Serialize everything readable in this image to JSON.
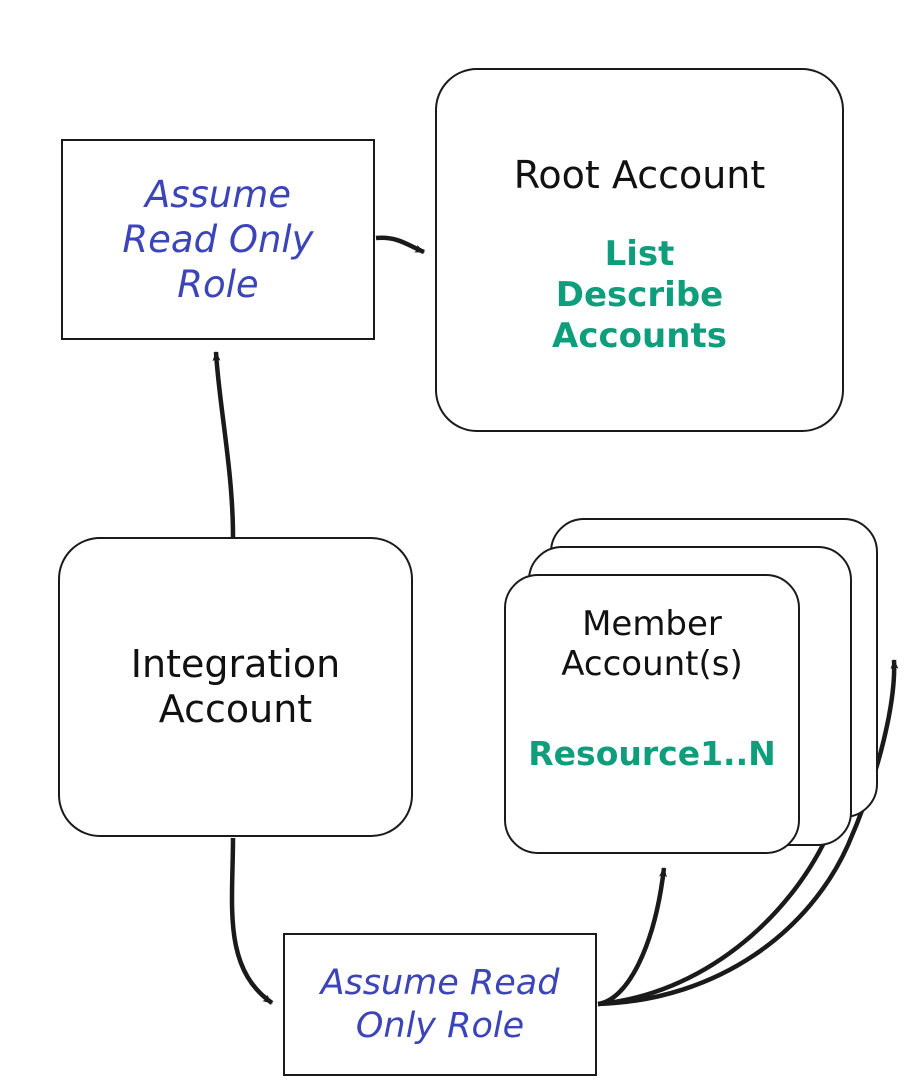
{
  "diagram": {
    "title": "AWS multi-account read-only role assumption diagram",
    "background_color": "#ffffff",
    "stroke_color": "#1a1a1a",
    "colors": {
      "assume_role_text": "#3b44b8",
      "action_text": "#0f9e7c",
      "plain_text": "#111111",
      "edge": "#1a1a1a"
    },
    "nodes": {
      "assume_ro_top": {
        "label": "Assume\nRead Only\nRole",
        "shape": "rectangle",
        "text_style": "italic-blue"
      },
      "root_account": {
        "label": "Root Account",
        "action": "List\nDescribe\nAccounts",
        "shape": "rounded-rectangle",
        "text_style": "plain-black"
      },
      "integration_account": {
        "label": "Integration\nAccount",
        "shape": "rounded-rectangle",
        "text_style": "plain-black"
      },
      "member_accounts": {
        "label": "Member\nAccount(s)",
        "action": "Resource1..N",
        "shape": "stacked-rounded-rectangles",
        "stack_count": 3,
        "text_style": "plain-black"
      },
      "assume_ro_bottom": {
        "label": "Assume Read\nOnly Role",
        "shape": "rectangle",
        "text_style": "italic-blue"
      }
    },
    "edges": [
      {
        "name": "integration-to-assume-ro-top",
        "from": "integration_account",
        "to": "assume_ro_top",
        "arrow": "single"
      },
      {
        "name": "assume-ro-top-to-root-account",
        "from": "assume_ro_top",
        "to": "root_account",
        "arrow": "single"
      },
      {
        "name": "integration-to-assume-ro-bottom",
        "from": "integration_account",
        "to": "assume_ro_bottom",
        "arrow": "single"
      },
      {
        "name": "assume-ro-bottom-to-member-front",
        "from": "assume_ro_bottom",
        "to": "member_accounts",
        "arrow": "single"
      },
      {
        "name": "assume-ro-bottom-to-member-mid",
        "from": "assume_ro_bottom",
        "to": "member_accounts",
        "arrow": "single"
      },
      {
        "name": "assume-ro-bottom-to-member-back",
        "from": "assume_ro_bottom",
        "to": "member_accounts",
        "arrow": "single"
      }
    ]
  }
}
